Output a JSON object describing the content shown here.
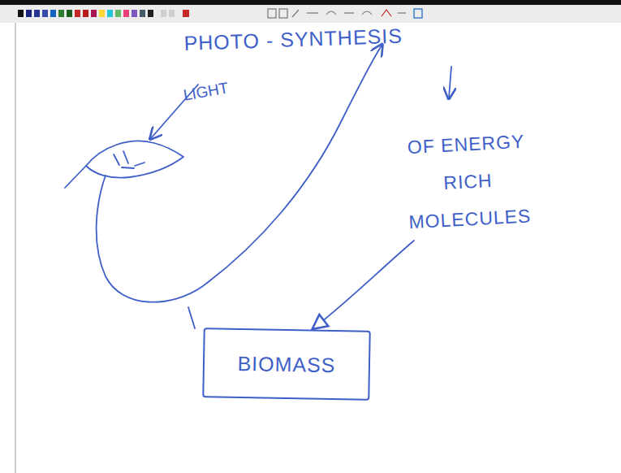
{
  "diagram": {
    "nodes": [
      {
        "text": [
          "BIOMASS"
        ]
      }
    ],
    "labels": [
      "PHOTO - SYNTHESIS",
      "LIGHT",
      "OF ENERGY RICH MOLECULES"
    ]
  }
}
